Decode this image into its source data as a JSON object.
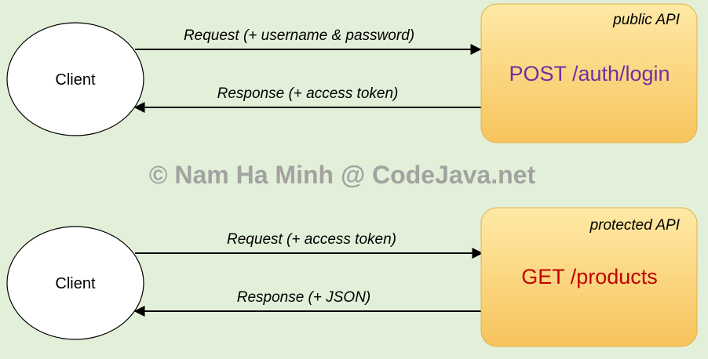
{
  "watermark": "© Nam Ha Minh @ CodeJava.net",
  "flows": [
    {
      "client_label": "Client",
      "request_label": "Request (+ username & password)",
      "response_label": "Response (+ access token)",
      "api_tag": "public API",
      "endpoint": "POST /auth/login"
    },
    {
      "client_label": "Client",
      "request_label": "Request (+ access token)",
      "response_label": "Response (+ JSON)",
      "api_tag": "protected API",
      "endpoint": "GET /products"
    }
  ],
  "colors": {
    "background": "#e3f0d9",
    "server_box_light": "#ffe699",
    "server_box_dark": "#f5c056",
    "public_endpoint": "#7030a0",
    "protected_endpoint": "#c00000"
  }
}
